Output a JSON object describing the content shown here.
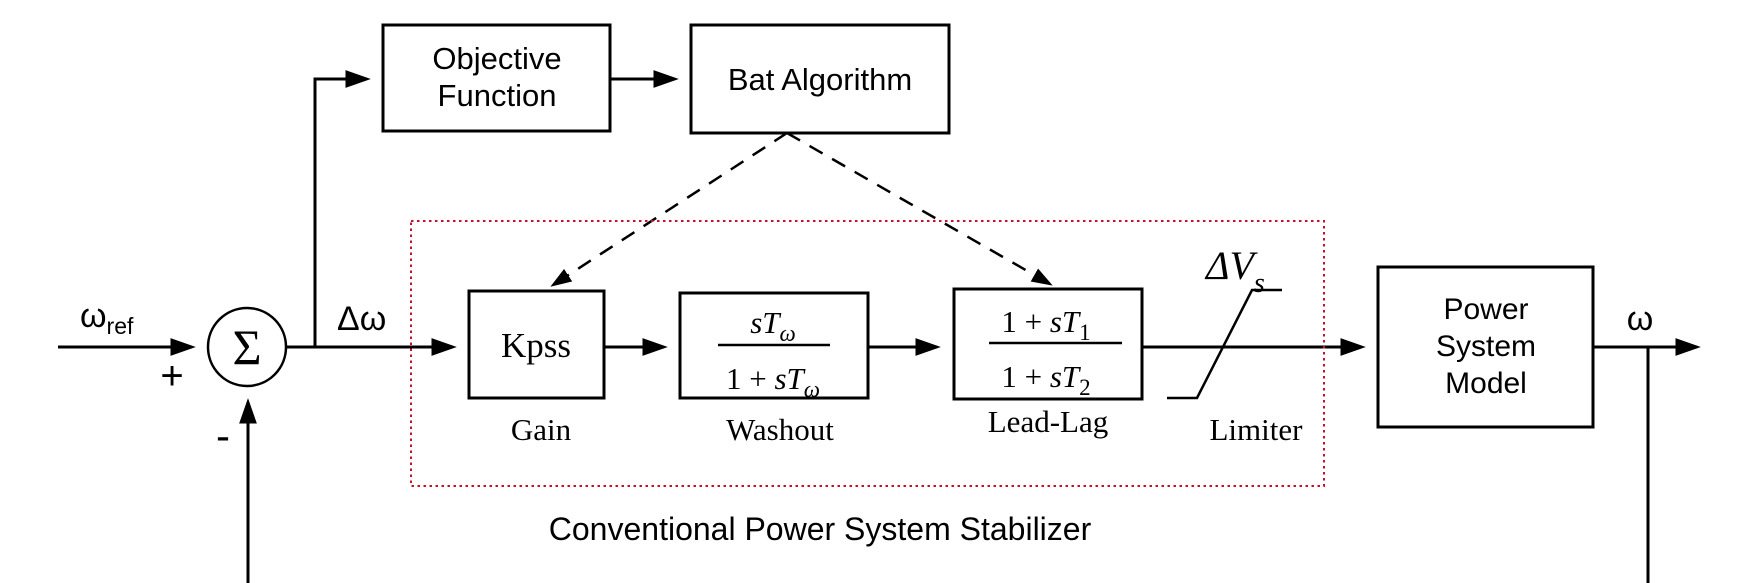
{
  "diagram": {
    "caption": "Conventional Power System Stabilizer",
    "colors": {
      "line": "#000000",
      "stabilizer_border": "#c41230"
    },
    "optimizer": {
      "objective_function": {
        "line1": "Objective",
        "line2": "Function"
      },
      "bat_algorithm": {
        "label": "Bat Algorithm"
      }
    },
    "summing_junction": {
      "symbol": "Σ",
      "plus_sign": "+",
      "minus_sign": "-"
    },
    "signals": {
      "reference_input": {
        "main": "ω",
        "sub": "ref"
      },
      "error": "Δω",
      "stabilizer_output": {
        "main": "ΔV",
        "sub": "s"
      },
      "output": "ω"
    },
    "blocks": {
      "gain": {
        "label": "Kpss",
        "caption": "Gain"
      },
      "washout": {
        "caption": "Washout",
        "num_var": "sT",
        "num_sub": "ω",
        "den_pre": "1 + ",
        "den_var": "sT",
        "den_sub": "ω"
      },
      "lead_lag": {
        "caption": "Lead-Lag",
        "num_pre": "1 + ",
        "num_var": "sT",
        "num_sub": "1",
        "den_pre": "1 + ",
        "den_var": "sT",
        "den_sub": "2"
      },
      "limiter": {
        "caption": "Limiter"
      },
      "power_system_model": {
        "line1": "Power",
        "line2": "System",
        "line3": "Model"
      }
    }
  }
}
